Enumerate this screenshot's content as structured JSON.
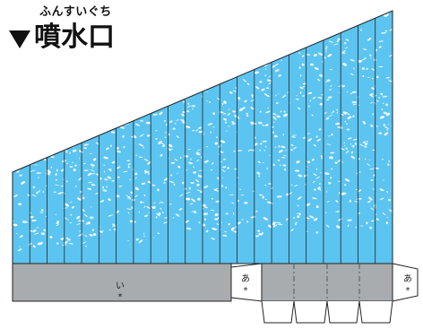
{
  "title": {
    "ruby": "ふんすいぐち",
    "text": "噴水口",
    "marker_icon": "down-triangle-icon"
  },
  "labels": {
    "base_mark": "い",
    "flap_mark": "あ",
    "asterisk": "*"
  },
  "colors": {
    "water": "#5cc4f0",
    "base": "#a9acaf",
    "spray": "#ffffff",
    "outline": "#222222"
  },
  "stripe_count": 22
}
